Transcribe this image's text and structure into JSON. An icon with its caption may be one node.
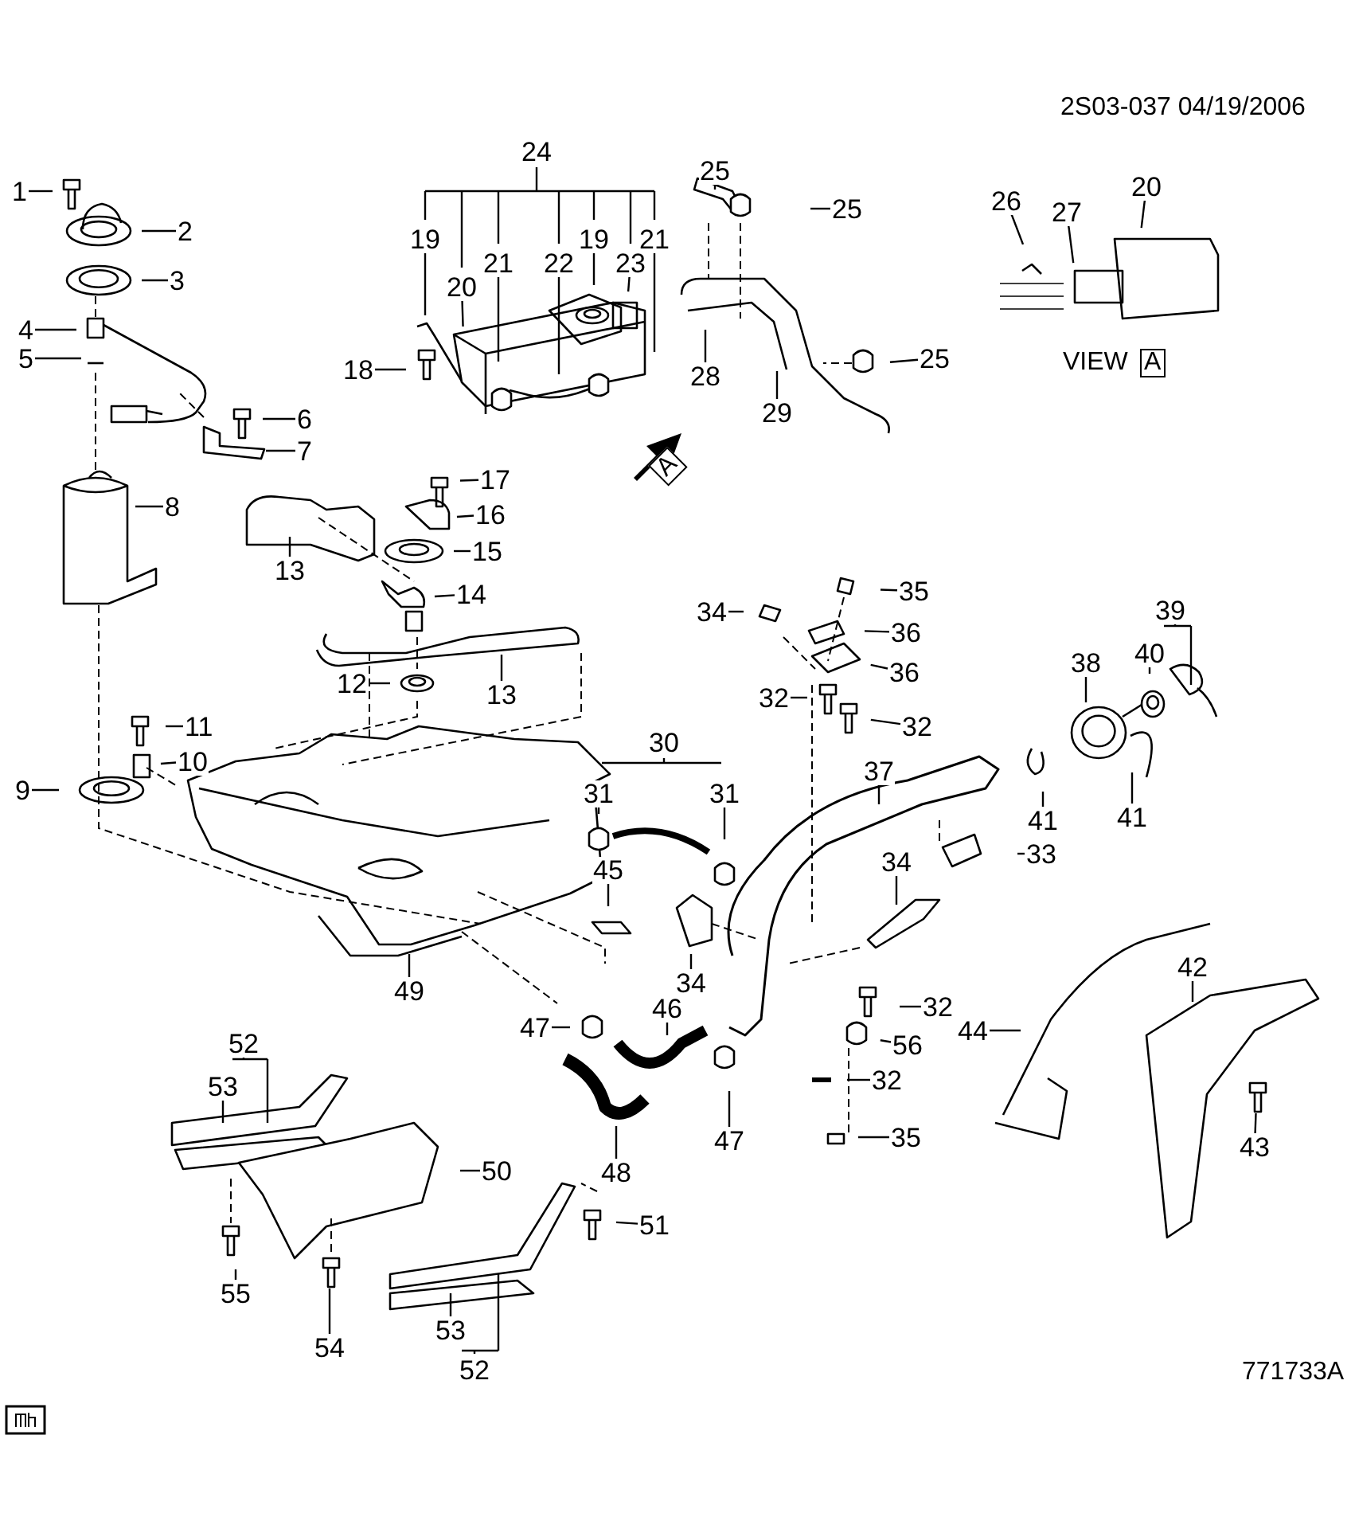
{
  "diagram": {
    "nodes": [
      {
        "text": [
          "1"
        ]
      },
      {
        "text": [
          "2"
        ]
      },
      {
        "text": [
          "3"
        ]
      },
      {
        "text": [
          "4"
        ]
      },
      {
        "text": [
          "5"
        ]
      },
      {
        "text": [
          "6"
        ]
      },
      {
        "text": [
          "7"
        ]
      },
      {
        "text": [
          "8"
        ]
      },
      {
        "text": [
          "9"
        ]
      },
      {
        "text": [
          "10"
        ]
      },
      {
        "text": [
          "11"
        ]
      },
      {
        "text": [
          "12"
        ]
      },
      {
        "text": [
          "13"
        ]
      },
      {
        "text": [
          "13"
        ]
      },
      {
        "text": [
          "14"
        ]
      },
      {
        "text": [
          "15"
        ]
      },
      {
        "text": [
          "16"
        ]
      },
      {
        "text": [
          "17"
        ]
      },
      {
        "text": [
          "18"
        ]
      },
      {
        "text": [
          "19"
        ]
      },
      {
        "text": [
          "20"
        ]
      },
      {
        "text": [
          "21"
        ]
      },
      {
        "text": [
          "22"
        ]
      },
      {
        "text": [
          "19"
        ]
      },
      {
        "text": [
          "23"
        ]
      },
      {
        "text": [
          "21"
        ]
      },
      {
        "text": [
          "24"
        ]
      },
      {
        "text": [
          "25"
        ]
      },
      {
        "text": [
          "25"
        ]
      },
      {
        "text": [
          "28"
        ]
      },
      {
        "text": [
          "29"
        ]
      },
      {
        "text": [
          "25"
        ]
      },
      {
        "text": [
          "26"
        ]
      },
      {
        "text": [
          "27"
        ]
      },
      {
        "text": [
          "20"
        ]
      },
      {
        "text": [
          "30"
        ]
      },
      {
        "text": [
          "31"
        ]
      },
      {
        "text": [
          "31"
        ]
      },
      {
        "text": [
          "32"
        ]
      },
      {
        "text": [
          "34"
        ]
      },
      {
        "text": [
          "35"
        ]
      },
      {
        "text": [
          "36"
        ]
      },
      {
        "text": [
          "36"
        ]
      },
      {
        "text": [
          "32"
        ]
      },
      {
        "text": [
          "38"
        ]
      },
      {
        "text": [
          "39"
        ]
      },
      {
        "text": [
          "40"
        ]
      },
      {
        "text": [
          "37"
        ]
      },
      {
        "text": [
          "41"
        ]
      },
      {
        "text": [
          "41"
        ]
      },
      {
        "text": [
          "33"
        ]
      },
      {
        "text": [
          "45"
        ]
      },
      {
        "text": [
          "34"
        ]
      },
      {
        "text": [
          "34"
        ]
      },
      {
        "text": [
          "49"
        ]
      },
      {
        "text": [
          "47"
        ]
      },
      {
        "text": [
          "46"
        ]
      },
      {
        "text": [
          "32"
        ]
      },
      {
        "text": [
          "56"
        ]
      },
      {
        "text": [
          "44"
        ]
      },
      {
        "text": [
          "42"
        ]
      },
      {
        "text": [
          "32"
        ]
      },
      {
        "text": [
          "35"
        ]
      },
      {
        "text": [
          "47"
        ]
      },
      {
        "text": [
          "48"
        ]
      },
      {
        "text": [
          "43"
        ]
      },
      {
        "text": [
          "52"
        ]
      },
      {
        "text": [
          "53"
        ]
      },
      {
        "text": [
          "50"
        ]
      },
      {
        "text": [
          "51"
        ]
      },
      {
        "text": [
          "55"
        ]
      },
      {
        "text": [
          "54"
        ]
      },
      {
        "text": [
          "53"
        ]
      },
      {
        "text": [
          "52"
        ]
      }
    ],
    "edges": [
      {
        "from": 0,
        "to": null,
        "arrow": "none"
      },
      {
        "from": 1,
        "to": null,
        "arrow": "none"
      },
      {
        "from": 2,
        "to": null,
        "arrow": "none"
      },
      {
        "from": 3,
        "to": null,
        "arrow": "none"
      },
      {
        "from": 4,
        "to": null,
        "arrow": "none"
      },
      {
        "from": 5,
        "to": null,
        "arrow": "none"
      },
      {
        "from": 6,
        "to": null,
        "arrow": "none"
      },
      {
        "from": 7,
        "to": null,
        "arrow": "none"
      },
      {
        "from": 8,
        "to": null,
        "arrow": "none"
      },
      {
        "from": 9,
        "to": null,
        "arrow": "none"
      },
      {
        "from": 10,
        "to": null,
        "arrow": "none"
      },
      {
        "from": 11,
        "to": null,
        "arrow": "none"
      },
      {
        "from": 12,
        "to": null,
        "arrow": "none"
      },
      {
        "from": 13,
        "to": null,
        "arrow": "none"
      },
      {
        "from": 14,
        "to": null,
        "arrow": "none"
      },
      {
        "from": 15,
        "to": null,
        "arrow": "none"
      },
      {
        "from": 16,
        "to": null,
        "arrow": "none"
      },
      {
        "from": 17,
        "to": null,
        "arrow": "none"
      },
      {
        "from": 18,
        "to": null,
        "arrow": "none"
      },
      {
        "from": 19,
        "to": null,
        "arrow": "none"
      },
      {
        "from": 20,
        "to": null,
        "arrow": "none"
      },
      {
        "from": 21,
        "to": null,
        "arrow": "none"
      },
      {
        "from": 22,
        "to": null,
        "arrow": "none"
      },
      {
        "from": 23,
        "to": null,
        "arrow": "none"
      },
      {
        "from": 24,
        "to": null,
        "arrow": "none"
      },
      {
        "from": 25,
        "to": null,
        "arrow": "none"
      },
      {
        "from": 27,
        "to": null,
        "arrow": "none"
      },
      {
        "from": 28,
        "to": null,
        "arrow": "none"
      },
      {
        "from": 29,
        "to": null,
        "arrow": "none"
      },
      {
        "from": 30,
        "to": null,
        "arrow": "none"
      },
      {
        "from": 31,
        "to": null,
        "arrow": "none"
      },
      {
        "from": 32,
        "to": null,
        "arrow": "none"
      },
      {
        "from": 33,
        "to": null,
        "arrow": "none"
      },
      {
        "from": 34,
        "to": null,
        "arrow": "none"
      },
      {
        "from": 36,
        "to": null,
        "arrow": "none"
      },
      {
        "from": 37,
        "to": null,
        "arrow": "none"
      },
      {
        "from": 38,
        "to": null,
        "arrow": "none"
      },
      {
        "from": 39,
        "to": null,
        "arrow": "none"
      },
      {
        "from": 40,
        "to": null,
        "arrow": "none"
      },
      {
        "from": 41,
        "to": null,
        "arrow": "none"
      },
      {
        "from": 42,
        "to": null,
        "arrow": "none"
      },
      {
        "from": 43,
        "to": null,
        "arrow": "none"
      },
      {
        "from": 44,
        "to": null,
        "arrow": "none"
      },
      {
        "from": 46,
        "to": null,
        "arrow": "none"
      },
      {
        "from": 47,
        "to": null,
        "arrow": "none"
      },
      {
        "from": 48,
        "to": null,
        "arrow": "none"
      },
      {
        "from": 49,
        "to": null,
        "arrow": "none"
      },
      {
        "from": 50,
        "to": null,
        "arrow": "none"
      },
      {
        "from": 51,
        "to": null,
        "arrow": "none"
      },
      {
        "from": 52,
        "to": null,
        "arrow": "none"
      },
      {
        "from": 53,
        "to": null,
        "arrow": "none"
      },
      {
        "from": 54,
        "to": null,
        "arrow": "none"
      },
      {
        "from": 55,
        "to": null,
        "arrow": "none"
      },
      {
        "from": 56,
        "to": null,
        "arrow": "none"
      },
      {
        "from": 57,
        "to": null,
        "arrow": "none"
      },
      {
        "from": 58,
        "to": null,
        "arrow": "none"
      },
      {
        "from": 59,
        "to": null,
        "arrow": "none"
      },
      {
        "from": 60,
        "to": null,
        "arrow": "none"
      },
      {
        "from": 61,
        "to": null,
        "arrow": "none"
      },
      {
        "from": 62,
        "to": null,
        "arrow": "none"
      },
      {
        "from": 63,
        "to": null,
        "arrow": "none"
      },
      {
        "from": 64,
        "to": null,
        "arrow": "none"
      },
      {
        "from": 65,
        "to": null,
        "arrow": "none"
      },
      {
        "from": 67,
        "to": null,
        "arrow": "none"
      },
      {
        "from": 68,
        "to": null,
        "arrow": "none"
      },
      {
        "from": 69,
        "to": null,
        "arrow": "none"
      },
      {
        "from": 70,
        "to": null,
        "arrow": "none"
      },
      {
        "from": 71,
        "to": null,
        "arrow": "none"
      },
      {
        "from": 72,
        "to": null,
        "arrow": "none"
      }
    ],
    "labels": [
      "2S03-037 04/19/2006",
      "VIEW",
      "A",
      "A",
      "771733A"
    ]
  }
}
